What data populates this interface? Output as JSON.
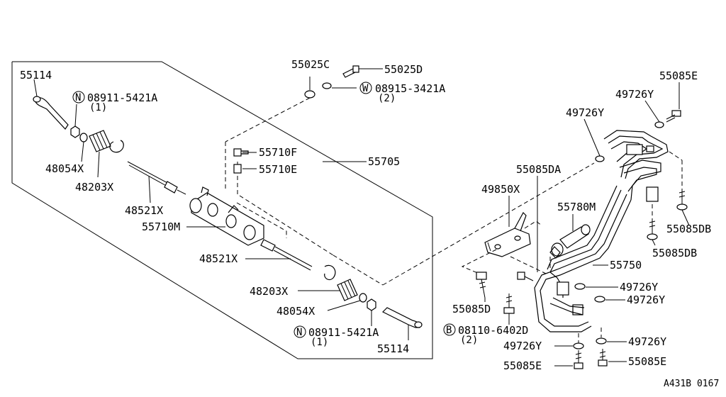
{
  "labels": {
    "l55025c": "55025C",
    "l55025d": "55025D",
    "l08915": "08915-3421A",
    "l08915q": "(2)",
    "l55114a": "55114",
    "l08911a": "08911-5421A",
    "l08911aq": "(1)",
    "l48054a": "48054X",
    "l48203a": "48203X",
    "l48521a": "48521X",
    "l55710f": "55710F",
    "l55710e": "55710E",
    "l55705": "55705",
    "l55710m": "55710M",
    "l48521b": "48521X",
    "l48203b": "48203X",
    "l48054b": "48054X",
    "l08911b": "08911-5421A",
    "l08911bq": "(1)",
    "l55114b": "55114",
    "l55085e1": "55085E",
    "l49726y1": "49726Y",
    "l49726y2": "49726Y",
    "l55085da": "55085DA",
    "l49850x": "49850X",
    "l55780m": "55780M",
    "l55085db1": "55085DB",
    "l55085db2": "55085DB",
    "l55750": "55750",
    "l49726y3": "49726Y",
    "l49726y4": "49726Y",
    "l55085d": "55085D",
    "l08110": "08110-6402D",
    "l08110q": "(2)",
    "l49726y5": "49726Y",
    "l49726y6": "49726Y",
    "l55085e2": "55085E",
    "l55085e3": "55085E",
    "sheet": "A431B 0167"
  },
  "symbols": {
    "n": "N",
    "w": "W",
    "b": "B"
  }
}
